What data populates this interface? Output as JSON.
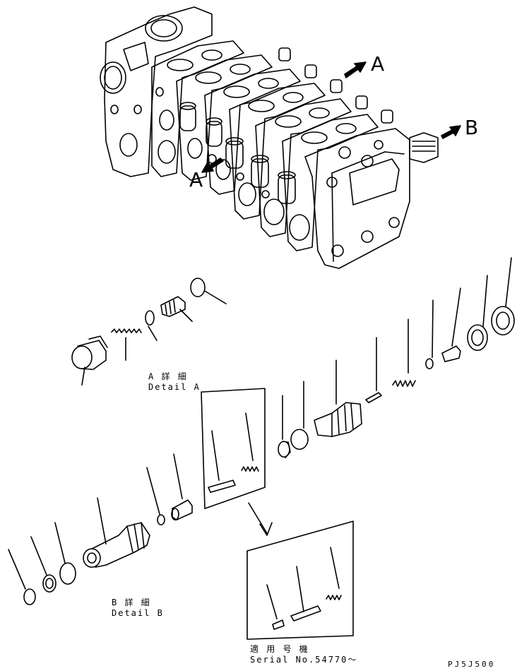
{
  "diagram": {
    "callouts": {
      "a_top": "A",
      "a_left": "A",
      "b_right": "B"
    },
    "detail_a": {
      "jp": "A 詳 細",
      "en": "Detail A"
    },
    "detail_b": {
      "jp": "B 詳 細",
      "en": "Detail B"
    },
    "serial": {
      "jp": "適 用 号 機",
      "en": "Serial No.54770～"
    },
    "drawing_code": "PJ5J500"
  }
}
